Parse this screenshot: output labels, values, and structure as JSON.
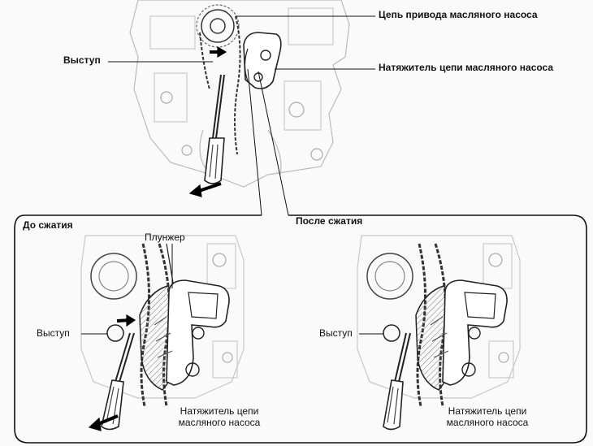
{
  "top": {
    "chain_label": "Цепь привода масляного насоса",
    "tensioner_label": "Натяжитель цепи масляного насоса",
    "protrusion_label": "Выступ"
  },
  "left_panel": {
    "title": "До сжатия",
    "plunger_label": "Плунжер",
    "protrusion_label": "Выступ",
    "tensioner_line1": "Натяжитель цепи",
    "tensioner_line2": "масляного насоса"
  },
  "right_panel": {
    "title": "После сжатия",
    "protrusion_label": "Выступ",
    "tensioner_line1": "Натяжитель цепи",
    "tensioner_line2": "масляного насоса"
  }
}
